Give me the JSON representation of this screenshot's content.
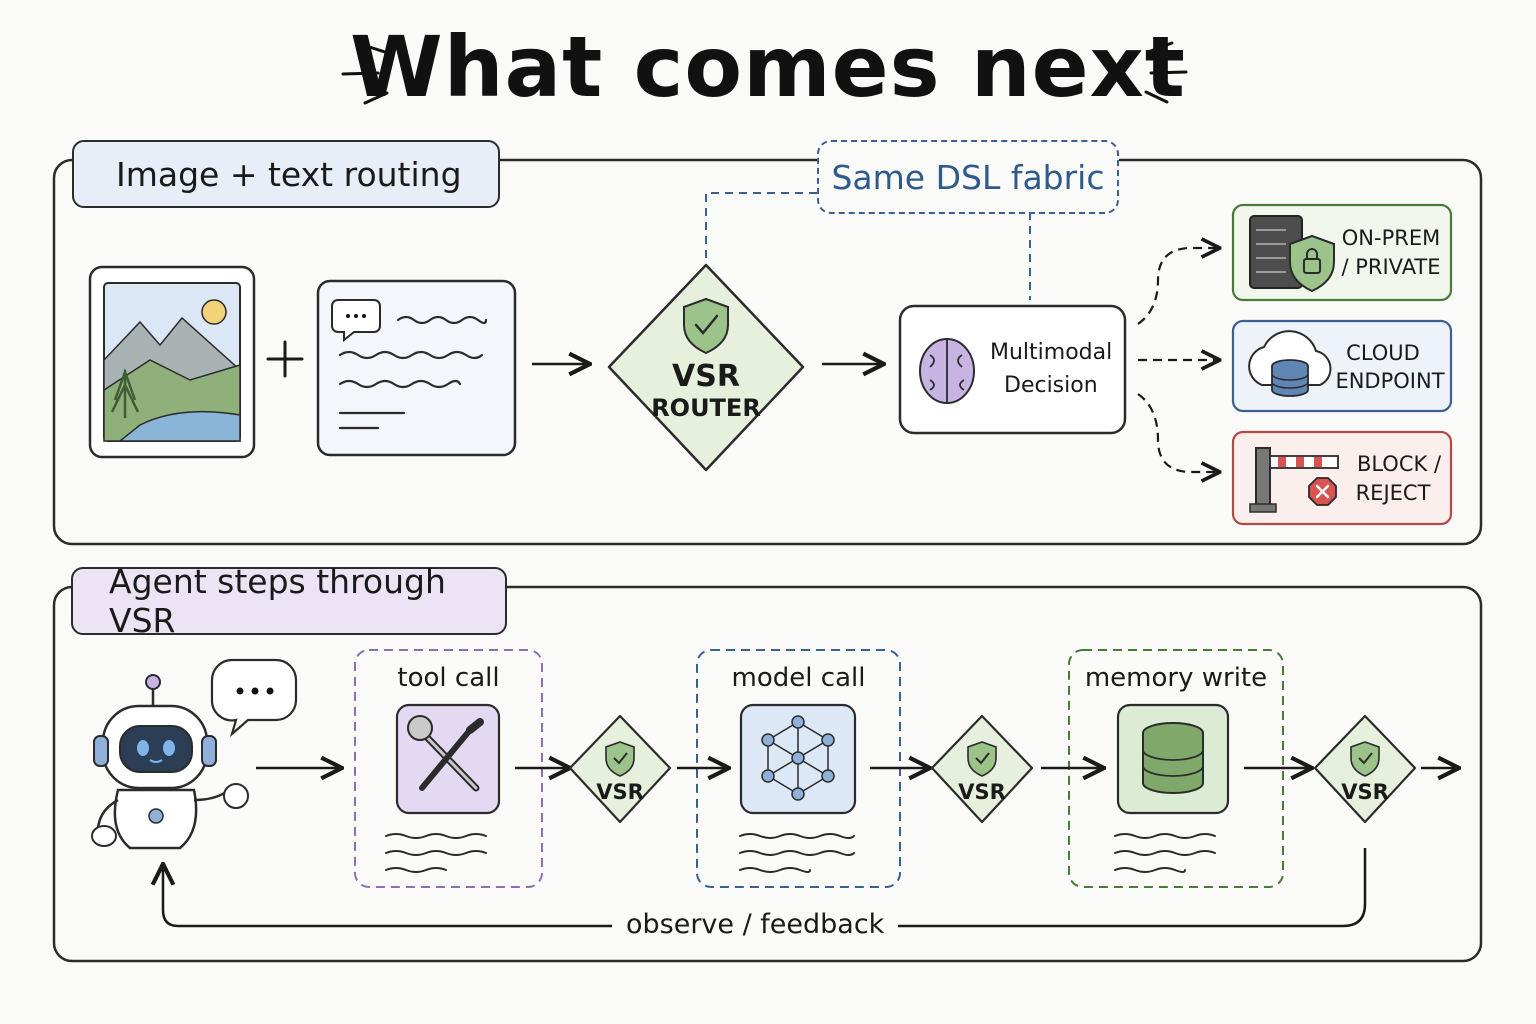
{
  "title": "What comes next",
  "top_section": {
    "label": "Image + text routing",
    "fabric_label": "Same DSL fabric",
    "router": {
      "line1": "VSR",
      "line2": "ROUTER"
    },
    "decision": {
      "line1": "Multimodal",
      "line2": "Decision"
    },
    "destinations": [
      {
        "line1": "ON-PREM",
        "line2": "/ PRIVATE",
        "color": "#4a7a3a"
      },
      {
        "line1": "CLOUD",
        "line2": "ENDPOINT",
        "color": "#3b5f8f"
      },
      {
        "line1": "BLOCK /",
        "line2": "REJECT",
        "color": "#b04a45"
      }
    ]
  },
  "bottom_section": {
    "label": "Agent steps through VSR",
    "stages": [
      {
        "label": "tool call",
        "color": "#8b6fb3"
      },
      {
        "label": "model call",
        "color": "#3b5f8f"
      },
      {
        "label": "memory write",
        "color": "#4a7a3a"
      }
    ],
    "vsr_label": "VSR",
    "feedback_label": "observe / feedback"
  },
  "icons": [
    "image-icon",
    "chat-document-icon",
    "shield-check-icon",
    "brain-icon",
    "server-lock-icon",
    "cloud-database-icon",
    "barrier-block-icon",
    "robot-agent-icon",
    "speech-bubble-icon",
    "wrench-screwdriver-icon",
    "neural-network-icon",
    "database-icon"
  ]
}
